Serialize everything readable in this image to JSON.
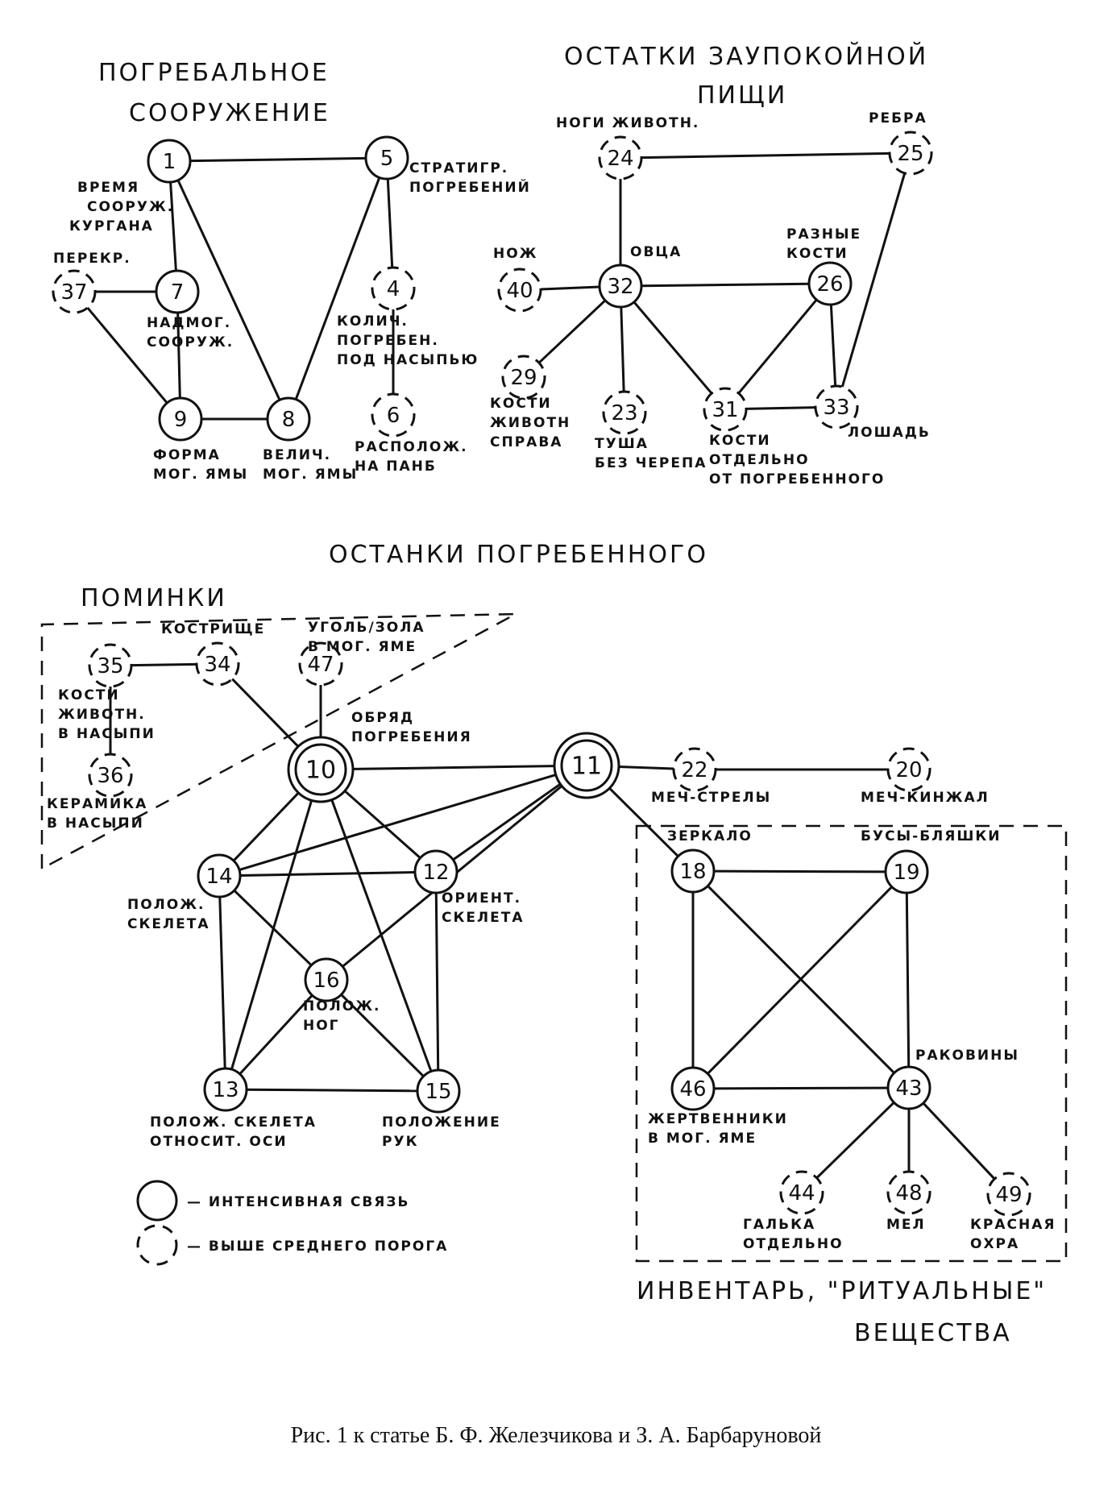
{
  "titles": {
    "burial_structure": [
      "ПОГРЕБАЛЬНОЕ",
      "СООРУЖЕНИЕ"
    ],
    "food_remains": [
      "ОСТАТКИ ЗАУПОКОЙНОЙ",
      "ПИЩИ"
    ],
    "remains_of_buried": "ОСТАНКИ ПОГРЕБЕННОГО",
    "wake": "ПОМИНКИ",
    "inventory": [
      "ИНВЕНТАРЬ, \"РИТУАЛЬНЫЕ\"",
      "ВЕЩЕСТВА"
    ]
  },
  "nodes": [
    {
      "id": "1",
      "style": "solid",
      "label": []
    },
    {
      "id": "5",
      "style": "solid",
      "label": [
        "СТРАТИГР.",
        "ПОГРЕБЕНИЙ"
      ]
    },
    {
      "id": "4",
      "style": "dashed",
      "label": [
        "КОЛИЧ.",
        "ПОГРЕБЕН.",
        "ПОД НАСЫПЬЮ"
      ]
    },
    {
      "id": "6",
      "style": "dashed",
      "label": [
        "РАСПОЛОЖ.",
        "НА ПАНБ"
      ]
    },
    {
      "id": "7",
      "style": "solid",
      "label": [
        "НАДМОГ.",
        "СООРУЖ."
      ]
    },
    {
      "id": "37",
      "style": "dashed",
      "label": [
        "ПЕРЕКР."
      ]
    },
    {
      "id": "9",
      "style": "solid",
      "label": [
        "ФОРМА",
        "МОГ. ЯМЫ"
      ]
    },
    {
      "id": "8",
      "style": "solid",
      "label": [
        "ВЕЛИЧ.",
        "МОГ. ЯМЫ"
      ]
    },
    {
      "id": "24",
      "style": "dashed",
      "label": [
        "НОГИ ЖИВОТН."
      ]
    },
    {
      "id": "25",
      "style": "dashed",
      "label": [
        "РЕБРА"
      ]
    },
    {
      "id": "40",
      "style": "dashed",
      "label": [
        "НОЖ"
      ]
    },
    {
      "id": "32",
      "style": "solid",
      "label": [
        "ОВЦА"
      ]
    },
    {
      "id": "26",
      "style": "solid",
      "label": [
        "РАЗНЫЕ",
        "КОСТИ"
      ]
    },
    {
      "id": "29",
      "style": "dashed",
      "label": [
        "КОСТИ",
        "ЖИВОТН",
        "СПРАВА"
      ]
    },
    {
      "id": "23",
      "style": "dashed",
      "label": [
        "ТУША",
        "БЕЗ ЧЕРЕПА"
      ]
    },
    {
      "id": "31",
      "style": "dashed",
      "label": [
        "КОСТИ",
        "ОТДЕЛЬНО",
        "ОТ ПОГРЕБЕННОГО"
      ]
    },
    {
      "id": "33",
      "style": "dashed",
      "label": [
        "ЛОШАДЬ"
      ]
    },
    {
      "id": "35",
      "style": "dashed",
      "label": [
        "КОСТИ",
        "ЖИВОТН.",
        "В НАСЫПИ"
      ]
    },
    {
      "id": "34",
      "style": "dashed",
      "label": [
        "КОСТРИЩЕ"
      ]
    },
    {
      "id": "47",
      "style": "dashed",
      "label": [
        "УГОЛЬ/ЗОЛА",
        "В МОГ. ЯМЕ"
      ]
    },
    {
      "id": "36",
      "style": "dashed",
      "label": [
        "КЕРАМИКА",
        "В НАСЫПИ"
      ]
    },
    {
      "id": "10",
      "style": "double",
      "label": [
        "ОБРЯД",
        "ПОГРЕБЕНИЯ"
      ]
    },
    {
      "id": "11",
      "style": "double",
      "label": []
    },
    {
      "id": "22",
      "style": "dashed",
      "label": [
        "МЕЧ-СТРЕЛЫ"
      ]
    },
    {
      "id": "20",
      "style": "dashed",
      "label": [
        "МЕЧ-КИНЖАЛ"
      ]
    },
    {
      "id": "14",
      "style": "solid",
      "label": [
        "ПОЛОЖ.",
        "СКЕЛЕТА"
      ]
    },
    {
      "id": "12",
      "style": "solid",
      "label": [
        "ОРИЕНТ.",
        "СКЕЛЕТА"
      ]
    },
    {
      "id": "16",
      "style": "solid",
      "label": [
        "ПОЛОЖ.",
        "НОГ"
      ]
    },
    {
      "id": "13",
      "style": "solid",
      "label": [
        "ПОЛОЖ. СКЕЛЕТА",
        "ОТНОСИТ. ОСИ"
      ]
    },
    {
      "id": "15",
      "style": "solid",
      "label": [
        "ПОЛОЖЕНИЕ",
        "РУК"
      ]
    },
    {
      "id": "18",
      "style": "solid",
      "label": [
        "ЗЕРКАЛО"
      ]
    },
    {
      "id": "19",
      "style": "solid",
      "label": [
        "БУСЫ-БЛЯШКИ"
      ]
    },
    {
      "id": "46",
      "style": "solid",
      "label": [
        "ЖЕРТВЕННИКИ",
        "В МОГ. ЯМЕ"
      ]
    },
    {
      "id": "43",
      "style": "solid",
      "label": [
        "РАКОВИНЫ"
      ]
    },
    {
      "id": "44",
      "style": "dashed",
      "label": [
        "ГАЛЬКА",
        "ОТДЕЛЬНО"
      ]
    },
    {
      "id": "48",
      "style": "dashed",
      "label": [
        "МЕЛ"
      ]
    },
    {
      "id": "49",
      "style": "dashed",
      "label": [
        "КРАСНАЯ",
        "ОХРА"
      ]
    }
  ],
  "extra_labels": {
    "time_of_construction": [
      "ВРЕМЯ",
      "СООРУЖ.",
      "КУРГАНА"
    ]
  },
  "edges": [
    [
      "1",
      "5"
    ],
    [
      "1",
      "7"
    ],
    [
      "1",
      "8"
    ],
    [
      "5",
      "8"
    ],
    [
      "5",
      "4"
    ],
    [
      "4",
      "6"
    ],
    [
      "37",
      "7"
    ],
    [
      "37",
      "9"
    ],
    [
      "7",
      "9"
    ],
    [
      "9",
      "8"
    ],
    [
      "24",
      "25"
    ],
    [
      "24",
      "32"
    ],
    [
      "40",
      "32"
    ],
    [
      "32",
      "26"
    ],
    [
      "32",
      "29"
    ],
    [
      "32",
      "23"
    ],
    [
      "32",
      "31"
    ],
    [
      "26",
      "31"
    ],
    [
      "26",
      "33"
    ],
    [
      "31",
      "33"
    ],
    [
      "25",
      "33"
    ],
    [
      "35",
      "34"
    ],
    [
      "35",
      "36"
    ],
    [
      "34",
      "10"
    ],
    [
      "47",
      "10"
    ],
    [
      "10",
      "11"
    ],
    [
      "10",
      "14"
    ],
    [
      "10",
      "12"
    ],
    [
      "10",
      "13"
    ],
    [
      "10",
      "15"
    ],
    [
      "11",
      "14"
    ],
    [
      "11",
      "12"
    ],
    [
      "11",
      "16"
    ],
    [
      "11",
      "22"
    ],
    [
      "11",
      "18"
    ],
    [
      "22",
      "20"
    ],
    [
      "14",
      "12"
    ],
    [
      "14",
      "16"
    ],
    [
      "14",
      "13"
    ],
    [
      "12",
      "15"
    ],
    [
      "16",
      "13"
    ],
    [
      "16",
      "15"
    ],
    [
      "13",
      "15"
    ],
    [
      "18",
      "19"
    ],
    [
      "18",
      "46"
    ],
    [
      "18",
      "43"
    ],
    [
      "19",
      "46"
    ],
    [
      "19",
      "43"
    ],
    [
      "46",
      "43"
    ],
    [
      "43",
      "44"
    ],
    [
      "43",
      "48"
    ],
    [
      "43",
      "49"
    ]
  ],
  "legend": [
    {
      "style": "solid",
      "text": "— ИНТЕНСИВНАЯ СВЯЗЬ"
    },
    {
      "style": "dashed",
      "text": "— ВЫШЕ СРЕДНЕГО ПОРОГА"
    }
  ],
  "caption": "Рис. 1 к статье Б. Ф. Железчикова и З. А. Барбаруновой"
}
